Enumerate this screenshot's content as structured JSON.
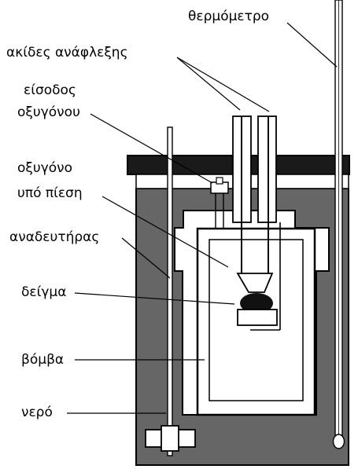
{
  "labels": {
    "thermometer": "θερμόμετρο",
    "ignition_pins": "ακίδες ανάφλεξης",
    "oxygen_inlet_line1": "είσοδος",
    "oxygen_inlet_line2": "οξυγόνου",
    "pressurized_oxygen_line1": "οξυγόνο",
    "pressurized_oxygen_line2": "υπό πίεση",
    "stirrer": "αναδευτήρας",
    "sample": "δείγμα",
    "bomb": "βόμβα",
    "water": "νερό"
  },
  "colors": {
    "water_fill": "#666666",
    "lid": "#1a1a1a",
    "outline": "#000000",
    "interior": "#ffffff"
  }
}
